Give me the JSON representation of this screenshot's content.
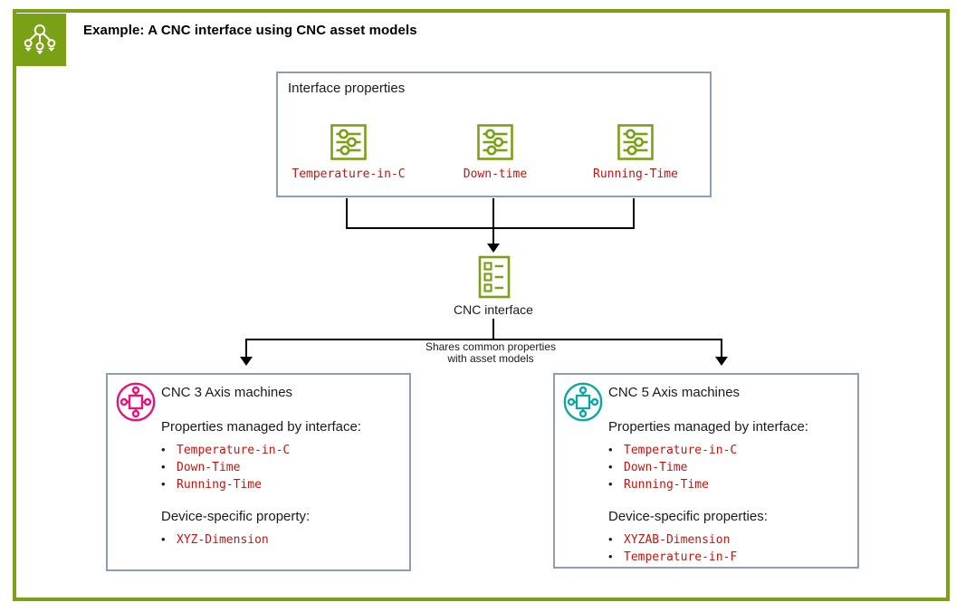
{
  "header": {
    "title": "Example: A CNC interface using CNC asset models"
  },
  "interface_box": {
    "title": "Interface properties",
    "properties": [
      "Temperature-in-C",
      "Down-time",
      "Running-Time"
    ]
  },
  "interface_node": {
    "label": "CNC interface"
  },
  "branch_note": {
    "line1": "Shares common properties",
    "line2": "with asset models"
  },
  "machines": [
    {
      "title": "CNC 3 Axis machines",
      "managed_heading": "Properties managed by interface:",
      "managed_properties": [
        "Temperature-in-C",
        "Down-Time",
        "Running-Time"
      ],
      "device_heading": "Device-specific property:",
      "device_properties": [
        "XYZ-Dimension"
      ]
    },
    {
      "title": "CNC 5 Axis machines",
      "managed_heading": "Properties managed by interface:",
      "managed_properties": [
        "Temperature-in-C",
        "Down-Time",
        "Running-Time"
      ],
      "device_heading": "Device-specific properties:",
      "device_properties": [
        "XYZAB-Dimension",
        "Temperature-in-F"
      ]
    }
  ],
  "icons": {
    "logo": "asset-model-hierarchy-icon",
    "property": "property-sliders-icon",
    "interface_node": "interface-checklist-icon",
    "machine": "asset-machine-icon"
  },
  "colors": {
    "green": "#7AA116",
    "pink": "#E7157B",
    "teal": "#0FA7A0",
    "code_red": "#C01511",
    "box_border": "#8C9DB8",
    "connector": "#000000"
  }
}
